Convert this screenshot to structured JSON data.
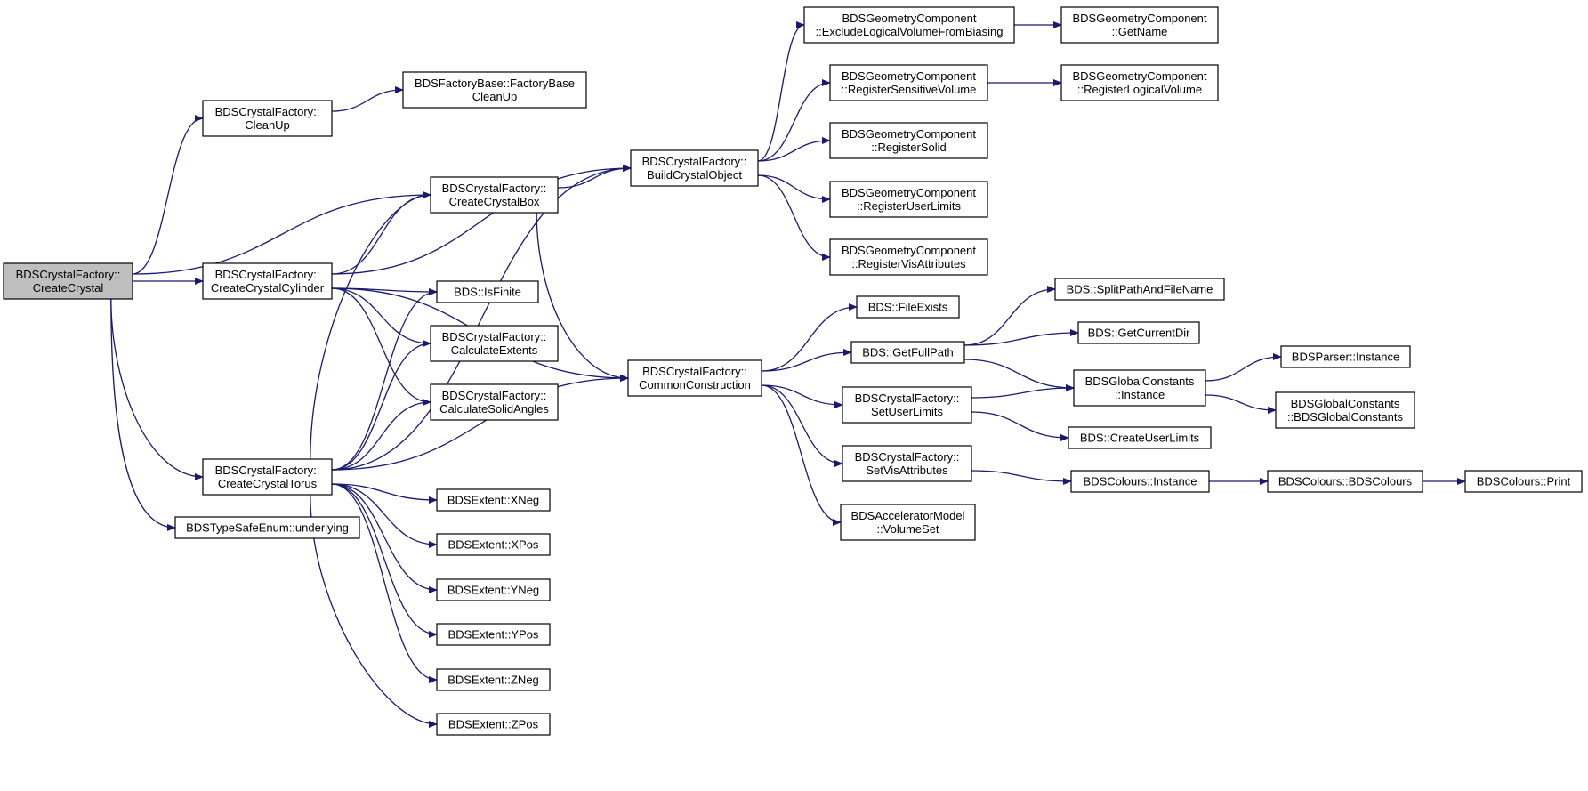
{
  "graph": {
    "title": "",
    "nodes": [
      {
        "id": "CreateCrystal",
        "lines": [
          "BDSCrystalFactory::",
          "CreateCrystal"
        ],
        "root": true
      },
      {
        "id": "CleanUp",
        "lines": [
          "BDSCrystalFactory::",
          "CleanUp"
        ]
      },
      {
        "id": "FactoryBaseCleanUp",
        "lines": [
          "BDSFactoryBase::FactoryBase",
          "CleanUp"
        ]
      },
      {
        "id": "CreateCrystalCylinder",
        "lines": [
          "BDSCrystalFactory::",
          "CreateCrystalCylinder"
        ]
      },
      {
        "id": "CreateCrystalBox",
        "lines": [
          "BDSCrystalFactory::",
          "CreateCrystalBox"
        ]
      },
      {
        "id": "CreateCrystalTorus",
        "lines": [
          "BDSCrystalFactory::",
          "CreateCrystalTorus"
        ]
      },
      {
        "id": "underlying",
        "lines": [
          "BDSTypeSafeEnum::underlying"
        ]
      },
      {
        "id": "IsFinite",
        "lines": [
          "BDS::IsFinite"
        ]
      },
      {
        "id": "CalculateExtents",
        "lines": [
          "BDSCrystalFactory::",
          "CalculateExtents"
        ]
      },
      {
        "id": "CalculateSolidAngles",
        "lines": [
          "BDSCrystalFactory::",
          "CalculateSolidAngles"
        ]
      },
      {
        "id": "XNeg",
        "lines": [
          "BDSExtent::XNeg"
        ]
      },
      {
        "id": "XPos",
        "lines": [
          "BDSExtent::XPos"
        ]
      },
      {
        "id": "YNeg",
        "lines": [
          "BDSExtent::YNeg"
        ]
      },
      {
        "id": "YPos",
        "lines": [
          "BDSExtent::YPos"
        ]
      },
      {
        "id": "ZNeg",
        "lines": [
          "BDSExtent::ZNeg"
        ]
      },
      {
        "id": "ZPos",
        "lines": [
          "BDSExtent::ZPos"
        ]
      },
      {
        "id": "BuildCrystalObject",
        "lines": [
          "BDSCrystalFactory::",
          "BuildCrystalObject"
        ]
      },
      {
        "id": "CommonConstruction",
        "lines": [
          "BDSCrystalFactory::",
          "CommonConstruction"
        ]
      },
      {
        "id": "ExcludeLV",
        "lines": [
          "BDSGeometryComponent",
          "::ExcludeLogicalVolumeFromBiasing"
        ]
      },
      {
        "id": "RegisterSensitiveVolume",
        "lines": [
          "BDSGeometryComponent",
          "::RegisterSensitiveVolume"
        ]
      },
      {
        "id": "RegisterSolid",
        "lines": [
          "BDSGeometryComponent",
          "::RegisterSolid"
        ]
      },
      {
        "id": "RegisterUserLimits",
        "lines": [
          "BDSGeometryComponent",
          "::RegisterUserLimits"
        ]
      },
      {
        "id": "RegisterVisAttributes",
        "lines": [
          "BDSGeometryComponent",
          "::RegisterVisAttributes"
        ]
      },
      {
        "id": "GetName",
        "lines": [
          "BDSGeometryComponent",
          "::GetName"
        ]
      },
      {
        "id": "RegisterLogicalVolume",
        "lines": [
          "BDSGeometryComponent",
          "::RegisterLogicalVolume"
        ]
      },
      {
        "id": "FileExists",
        "lines": [
          "BDS::FileExists"
        ]
      },
      {
        "id": "GetFullPath",
        "lines": [
          "BDS::GetFullPath"
        ]
      },
      {
        "id": "SetUserLimits",
        "lines": [
          "BDSCrystalFactory::",
          "SetUserLimits"
        ]
      },
      {
        "id": "SetVisAttributes",
        "lines": [
          "BDSCrystalFactory::",
          "SetVisAttributes"
        ]
      },
      {
        "id": "VolumeSet",
        "lines": [
          "BDSAcceleratorModel",
          "::VolumeSet"
        ]
      },
      {
        "id": "SplitPathAndFileName",
        "lines": [
          "BDS::SplitPathAndFileName"
        ]
      },
      {
        "id": "GetCurrentDir",
        "lines": [
          "BDS::GetCurrentDir"
        ]
      },
      {
        "id": "GCInstance",
        "lines": [
          "BDSGlobalConstants",
          "::Instance"
        ]
      },
      {
        "id": "CreateUserLimits",
        "lines": [
          "BDS::CreateUserLimits"
        ]
      },
      {
        "id": "ColoursInstance",
        "lines": [
          "BDSColours::Instance"
        ]
      },
      {
        "id": "ParserInstance",
        "lines": [
          "BDSParser::Instance"
        ]
      },
      {
        "id": "GCCtor",
        "lines": [
          "BDSGlobalConstants",
          "::BDSGlobalConstants"
        ]
      },
      {
        "id": "ColoursCtor",
        "lines": [
          "BDSColours::BDSColours"
        ]
      },
      {
        "id": "ColoursPrint",
        "lines": [
          "BDSColours::Print"
        ]
      }
    ],
    "edges": [
      [
        "CreateCrystal",
        "CleanUp"
      ],
      [
        "CreateCrystal",
        "CreateCrystalBox"
      ],
      [
        "CreateCrystal",
        "CreateCrystalCylinder"
      ],
      [
        "CreateCrystal",
        "CreateCrystalTorus"
      ],
      [
        "CreateCrystal",
        "underlying"
      ],
      [
        "CleanUp",
        "FactoryBaseCleanUp"
      ],
      [
        "CreateCrystalCylinder",
        "BuildCrystalObject"
      ],
      [
        "CreateCrystalCylinder",
        "CreateCrystalBox"
      ],
      [
        "CreateCrystalCylinder",
        "CommonConstruction"
      ],
      [
        "CreateCrystalCylinder",
        "IsFinite"
      ],
      [
        "CreateCrystalCylinder",
        "CalculateExtents"
      ],
      [
        "CreateCrystalCylinder",
        "CalculateSolidAngles"
      ],
      [
        "CreateCrystalBox",
        "BuildCrystalObject"
      ],
      [
        "CreateCrystalBox",
        "CommonConstruction"
      ],
      [
        "CreateCrystalTorus",
        "CreateCrystalBox"
      ],
      [
        "CreateCrystalTorus",
        "IsFinite"
      ],
      [
        "CreateCrystalTorus",
        "CalculateExtents"
      ],
      [
        "CreateCrystalTorus",
        "CalculateSolidAngles"
      ],
      [
        "CreateCrystalTorus",
        "BuildCrystalObject"
      ],
      [
        "CreateCrystalTorus",
        "CommonConstruction"
      ],
      [
        "CreateCrystalTorus",
        "XNeg"
      ],
      [
        "CreateCrystalTorus",
        "XPos"
      ],
      [
        "CreateCrystalTorus",
        "YNeg"
      ],
      [
        "CreateCrystalTorus",
        "YPos"
      ],
      [
        "CreateCrystalTorus",
        "ZNeg"
      ],
      [
        "CreateCrystalTorus",
        "ZPos"
      ],
      [
        "BuildCrystalObject",
        "ExcludeLV"
      ],
      [
        "BuildCrystalObject",
        "RegisterSensitiveVolume"
      ],
      [
        "BuildCrystalObject",
        "RegisterSolid"
      ],
      [
        "BuildCrystalObject",
        "RegisterUserLimits"
      ],
      [
        "BuildCrystalObject",
        "RegisterVisAttributes"
      ],
      [
        "ExcludeLV",
        "GetName"
      ],
      [
        "RegisterSensitiveVolume",
        "RegisterLogicalVolume"
      ],
      [
        "CommonConstruction",
        "FileExists"
      ],
      [
        "CommonConstruction",
        "GetFullPath"
      ],
      [
        "CommonConstruction",
        "SetUserLimits"
      ],
      [
        "CommonConstruction",
        "SetVisAttributes"
      ],
      [
        "CommonConstruction",
        "VolumeSet"
      ],
      [
        "GetFullPath",
        "SplitPathAndFileName"
      ],
      [
        "GetFullPath",
        "GetCurrentDir"
      ],
      [
        "GetFullPath",
        "GCInstance"
      ],
      [
        "SetUserLimits",
        "GCInstance"
      ],
      [
        "SetUserLimits",
        "CreateUserLimits"
      ],
      [
        "SetVisAttributes",
        "ColoursInstance"
      ],
      [
        "GCInstance",
        "ParserInstance"
      ],
      [
        "GCInstance",
        "GCCtor"
      ],
      [
        "ColoursInstance",
        "ColoursCtor"
      ],
      [
        "ColoursCtor",
        "ColoursPrint"
      ]
    ]
  },
  "colors": {
    "edge": "#191970",
    "root_fill": "#bfbfbf",
    "node_fill": "#ffffff",
    "node_border": "#000000"
  }
}
